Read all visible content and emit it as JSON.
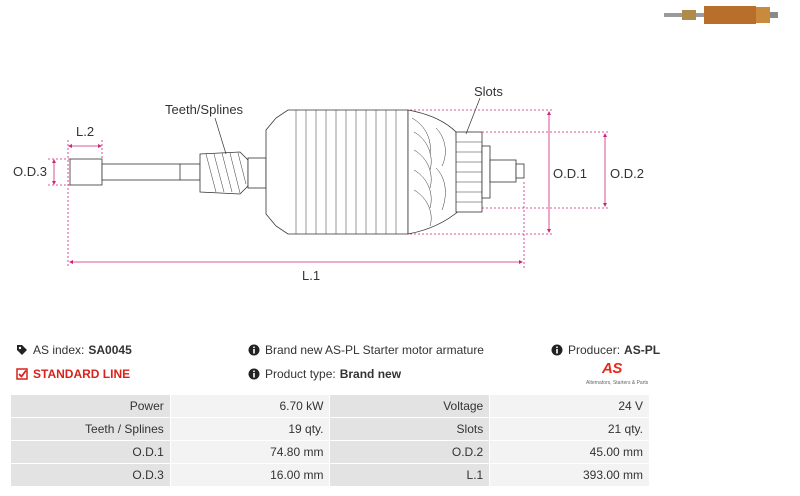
{
  "labels": {
    "teeth": "Teeth/Splines",
    "slots": "Slots",
    "l2": "L.2",
    "od3": "O.D.3",
    "od1": "O.D.1",
    "od2": "O.D.2",
    "l1": "L.1"
  },
  "info": {
    "as_index_label": "AS index:",
    "as_index_value": "SA0045",
    "standard_line": "STANDARD LINE",
    "description": "Brand new AS-PL Starter motor armature",
    "product_type_label": "Product type:",
    "product_type_value": "Brand new",
    "producer_label": "Producer:",
    "producer_value": "AS-PL"
  },
  "logo": {
    "text": "AS",
    "tagline": "Alternators, Starters & Parts",
    "color": "#e42a1e"
  },
  "specs": [
    [
      {
        "label": "Power",
        "value": "6.70 kW"
      },
      {
        "label": "Voltage",
        "value": "24 V"
      }
    ],
    [
      {
        "label": "Teeth / Splines",
        "value": "19 qty."
      },
      {
        "label": "Slots",
        "value": "21 qty."
      }
    ],
    [
      {
        "label": "O.D.1",
        "value": "74.80 mm"
      },
      {
        "label": "O.D.2",
        "value": "45.00 mm"
      }
    ],
    [
      {
        "label": "O.D.3",
        "value": "16.00 mm"
      },
      {
        "label": "L.1",
        "value": "393.00 mm"
      }
    ]
  ],
  "colors": {
    "accent_red": "#d9221c",
    "label_cell": "#e3e3e3",
    "value_cell": "#f3f3f3",
    "dim_line": "#d0237a"
  }
}
